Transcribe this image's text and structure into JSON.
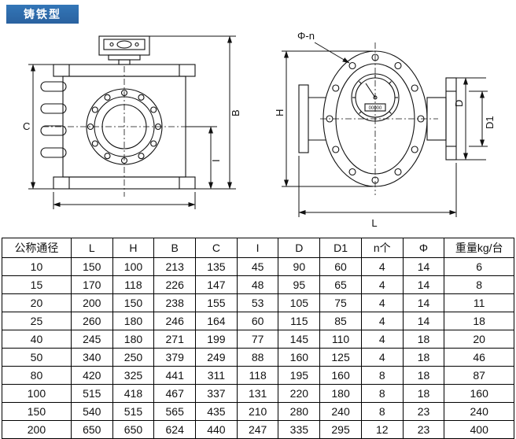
{
  "badge": {
    "label": "铸铁型"
  },
  "drawings": {
    "front_view": {
      "dim_labels": {
        "c": "C",
        "b": "B",
        "i": "I"
      }
    },
    "side_view": {
      "dim_labels": {
        "phi_n": "Φ-n",
        "h": "H",
        "d": "D",
        "d1": "D1",
        "l": "L"
      },
      "gauge_odometer": "00000"
    }
  },
  "table": {
    "headers": [
      "公称通径",
      "L",
      "H",
      "B",
      "C",
      "I",
      "D",
      "D1",
      "n个",
      "Φ",
      "重量kg/台"
    ],
    "rows": [
      [
        "10",
        "150",
        "100",
        "213",
        "135",
        "45",
        "90",
        "60",
        "4",
        "14",
        "6"
      ],
      [
        "15",
        "170",
        "118",
        "226",
        "147",
        "48",
        "95",
        "65",
        "4",
        "14",
        "8"
      ],
      [
        "20",
        "200",
        "150",
        "238",
        "155",
        "53",
        "105",
        "75",
        "4",
        "14",
        "11"
      ],
      [
        "25",
        "260",
        "180",
        "246",
        "164",
        "60",
        "115",
        "85",
        "4",
        "14",
        "18"
      ],
      [
        "40",
        "245",
        "180",
        "271",
        "199",
        "77",
        "145",
        "110",
        "4",
        "18",
        "20"
      ],
      [
        "50",
        "340",
        "250",
        "379",
        "249",
        "88",
        "160",
        "125",
        "4",
        "18",
        "46"
      ],
      [
        "80",
        "420",
        "325",
        "441",
        "311",
        "118",
        "195",
        "160",
        "8",
        "18",
        "87"
      ],
      [
        "100",
        "515",
        "418",
        "467",
        "337",
        "131",
        "220",
        "180",
        "8",
        "18",
        "160"
      ],
      [
        "150",
        "540",
        "515",
        "565",
        "435",
        "210",
        "280",
        "240",
        "8",
        "23",
        "240"
      ],
      [
        "200",
        "650",
        "650",
        "624",
        "440",
        "247",
        "335",
        "295",
        "12",
        "23",
        "400"
      ]
    ]
  },
  "colors": {
    "badge_bg": "#3376b8",
    "badge_bg_dark": "#2a62a0",
    "badge_text": "#ffffff"
  }
}
